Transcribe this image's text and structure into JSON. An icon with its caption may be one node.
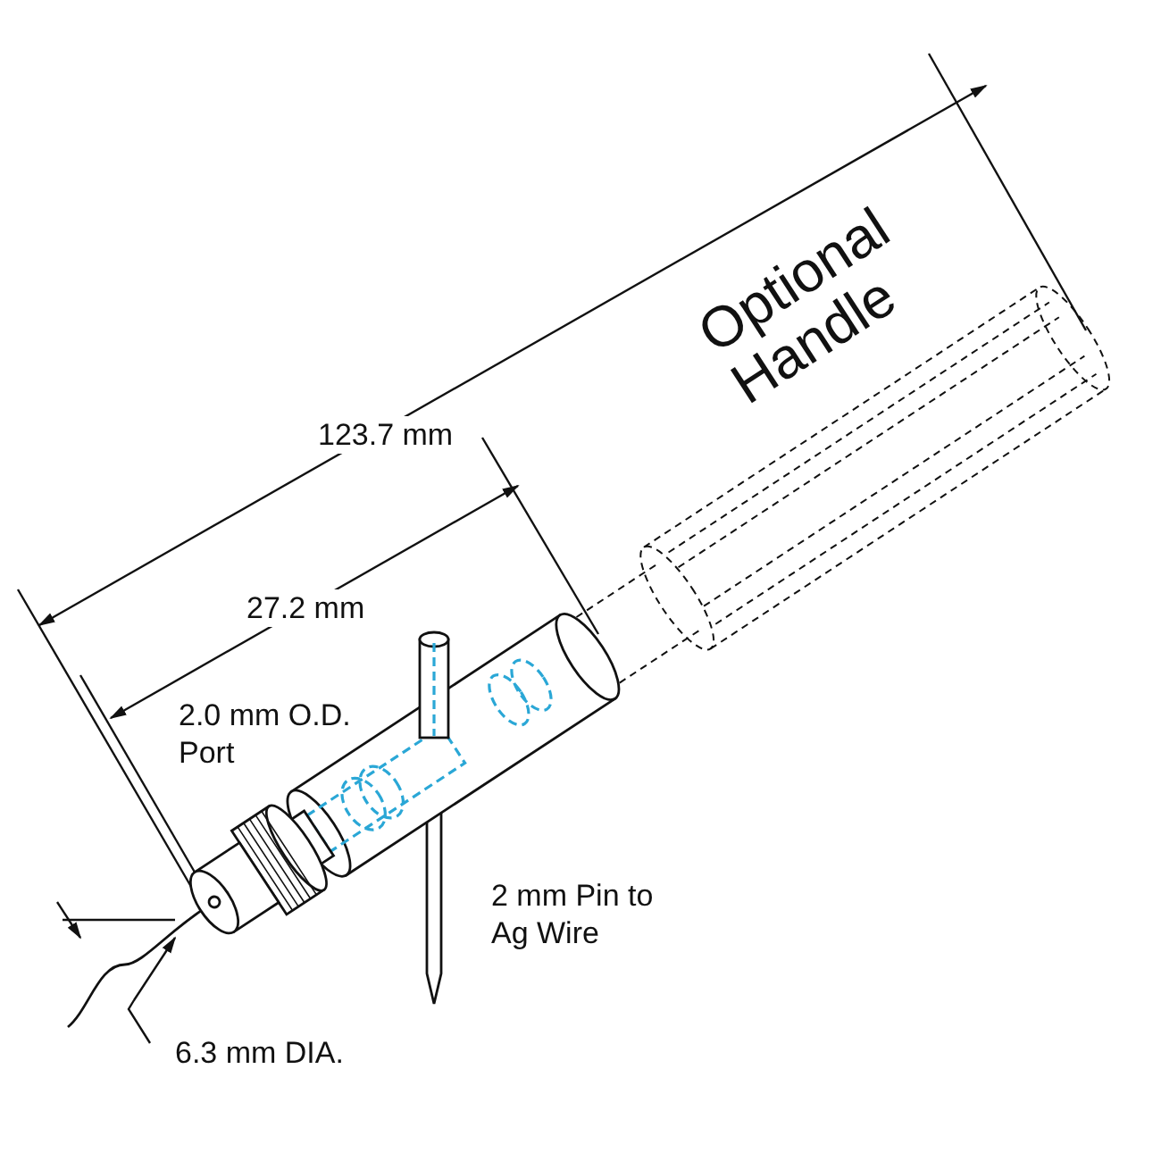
{
  "diagram": {
    "labels": [
      "123.7 mm",
      "27.2 mm",
      "2.0 mm O.D. Port",
      "2 mm Pin to Ag Wire",
      "6.3 mm DIA.",
      "Optional Handle"
    ]
  }
}
